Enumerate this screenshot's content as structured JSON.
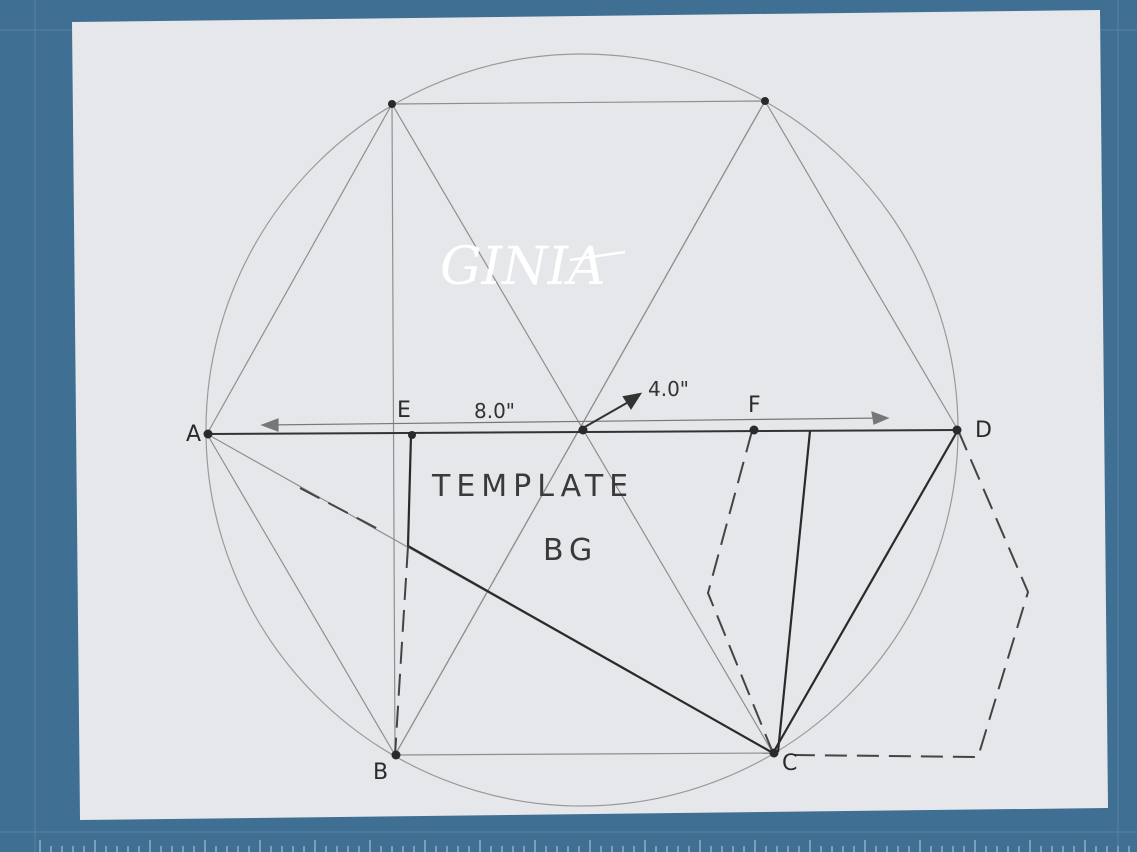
{
  "watermark": "GINIA",
  "template_title": "TEMPLATE",
  "template_code": "BG",
  "dimensions": {
    "diameter": "8.0\"",
    "radius": "4.0\""
  },
  "points": {
    "A": "A",
    "B": "B",
    "C": "C",
    "D": "D",
    "E": "E",
    "F": "F"
  },
  "colors": {
    "cutting_mat": "#3f6f93",
    "paper": "#e6e7ea",
    "pencil": "#9a9a9a",
    "ink": "#2a2a2a",
    "watermark": "#ffffff"
  }
}
